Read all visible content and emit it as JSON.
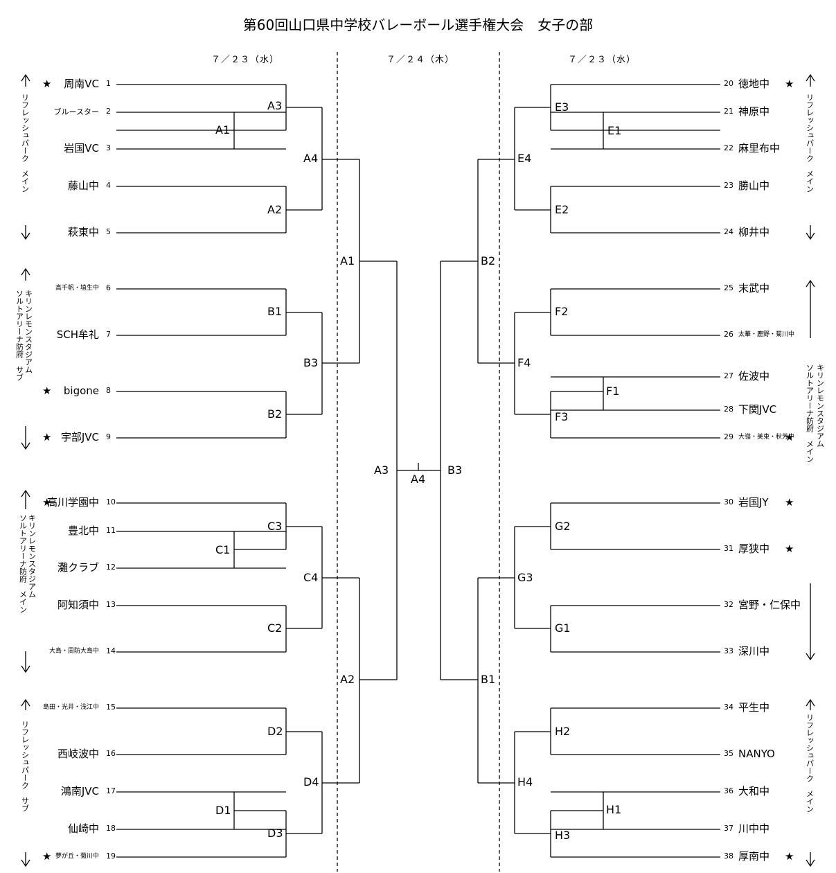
{
  "title": "第60回山口県中学校バレーボール選手権大会　女子の部",
  "dates": {
    "left": "７／２３（水）",
    "center": "７／２４（木）",
    "right": "７／２３（水）"
  },
  "star": "★",
  "teams": [
    {
      "no": "1",
      "name": "周南VC",
      "star": true
    },
    {
      "no": "2",
      "name": "ブルースター",
      "star": false
    },
    {
      "no": "3",
      "name": "岩国VC",
      "star": false
    },
    {
      "no": "4",
      "name": "藤山中",
      "star": false
    },
    {
      "no": "5",
      "name": "萩東中",
      "star": false
    },
    {
      "no": "6",
      "name": "高千帆・埴生中",
      "star": false
    },
    {
      "no": "7",
      "name": "SCH牟礼",
      "star": false
    },
    {
      "no": "8",
      "name": "bigone",
      "star": true
    },
    {
      "no": "9",
      "name": "宇部JVC",
      "star": true
    },
    {
      "no": "10",
      "name": "高川学園中",
      "star": true
    },
    {
      "no": "11",
      "name": "豊北中",
      "star": false
    },
    {
      "no": "12",
      "name": "灘クラブ",
      "star": false
    },
    {
      "no": "13",
      "name": "阿知須中",
      "star": false
    },
    {
      "no": "14",
      "name": "大島・周防大島中",
      "star": false
    },
    {
      "no": "15",
      "name": "島田・光井・浅江中",
      "star": false
    },
    {
      "no": "16",
      "name": "西岐波中",
      "star": false
    },
    {
      "no": "17",
      "name": "鴻南JVC",
      "star": false
    },
    {
      "no": "18",
      "name": "仙崎中",
      "star": false
    },
    {
      "no": "19",
      "name": "夢が丘・菊川中",
      "star": true
    },
    {
      "no": "20",
      "name": "徳地中",
      "star": true
    },
    {
      "no": "21",
      "name": "神原中",
      "star": false
    },
    {
      "no": "22",
      "name": "麻里布中",
      "star": false
    },
    {
      "no": "23",
      "name": "勝山中",
      "star": false
    },
    {
      "no": "24",
      "name": "柳井中",
      "star": false
    },
    {
      "no": "25",
      "name": "末武中",
      "star": false
    },
    {
      "no": "26",
      "name": "太華・鹿野・菊川中",
      "star": false
    },
    {
      "no": "27",
      "name": "佐波中",
      "star": false
    },
    {
      "no": "28",
      "name": "下関JVC",
      "star": false
    },
    {
      "no": "29",
      "name": "大嶺・美東・秋芳中",
      "star": true
    },
    {
      "no": "30",
      "name": "岩国JY",
      "star": true
    },
    {
      "no": "31",
      "name": "厚狭中",
      "star": true
    },
    {
      "no": "32",
      "name": "宮野・仁保中",
      "star": false
    },
    {
      "no": "33",
      "name": "深川中",
      "star": false
    },
    {
      "no": "34",
      "name": "平生中",
      "star": false
    },
    {
      "no": "35",
      "name": "NANYO",
      "star": false
    },
    {
      "no": "36",
      "name": "大和中",
      "star": false
    },
    {
      "no": "37",
      "name": "川中中",
      "star": false
    },
    {
      "no": "38",
      "name": "厚南中",
      "star": true
    }
  ],
  "matches": {
    "A1": "A1",
    "A2": "A2",
    "A3": "A3",
    "A4": "A4",
    "B1": "B1",
    "B2": "B2",
    "B3": "B3",
    "C1": "C1",
    "C2": "C2",
    "C3": "C3",
    "C4": "C4",
    "D1": "D1",
    "D2": "D2",
    "D3": "D3",
    "D4": "D4",
    "E1": "E1",
    "E2": "E2",
    "E3": "E3",
    "E4": "E4",
    "F1": "F1",
    "F2": "F2",
    "F3": "F3",
    "F4": "F4",
    "G1": "G1",
    "G2": "G2",
    "G3": "G3",
    "H1": "H1",
    "H2": "H2",
    "H3": "H3",
    "H4": "H4",
    "SF_A": "A1",
    "SF_B": "B2",
    "R2_A3": "A3",
    "R2_B3": "B3",
    "FINAL": "A4",
    "R2_A2": "A2",
    "R2_B1": "B1"
  },
  "venues": {
    "l1": "リフレッシュパーク　メイン",
    "l2a": "キリンレモンスタジアム",
    "l2b": "ソルトアリーナ防府　サブ",
    "l3a": "キリンレモンスタジアム",
    "l3b": "ソルトアリーナ防府　メイン",
    "l4": "リフレッシュパーク　サブ",
    "r1": "リフレッシュパーク　メイン",
    "r2a": "キリンレモンスタジアム",
    "r2b": "ソルトアリーナ防府　メイン",
    "r3": "リフレッシュパーク　メイン"
  }
}
